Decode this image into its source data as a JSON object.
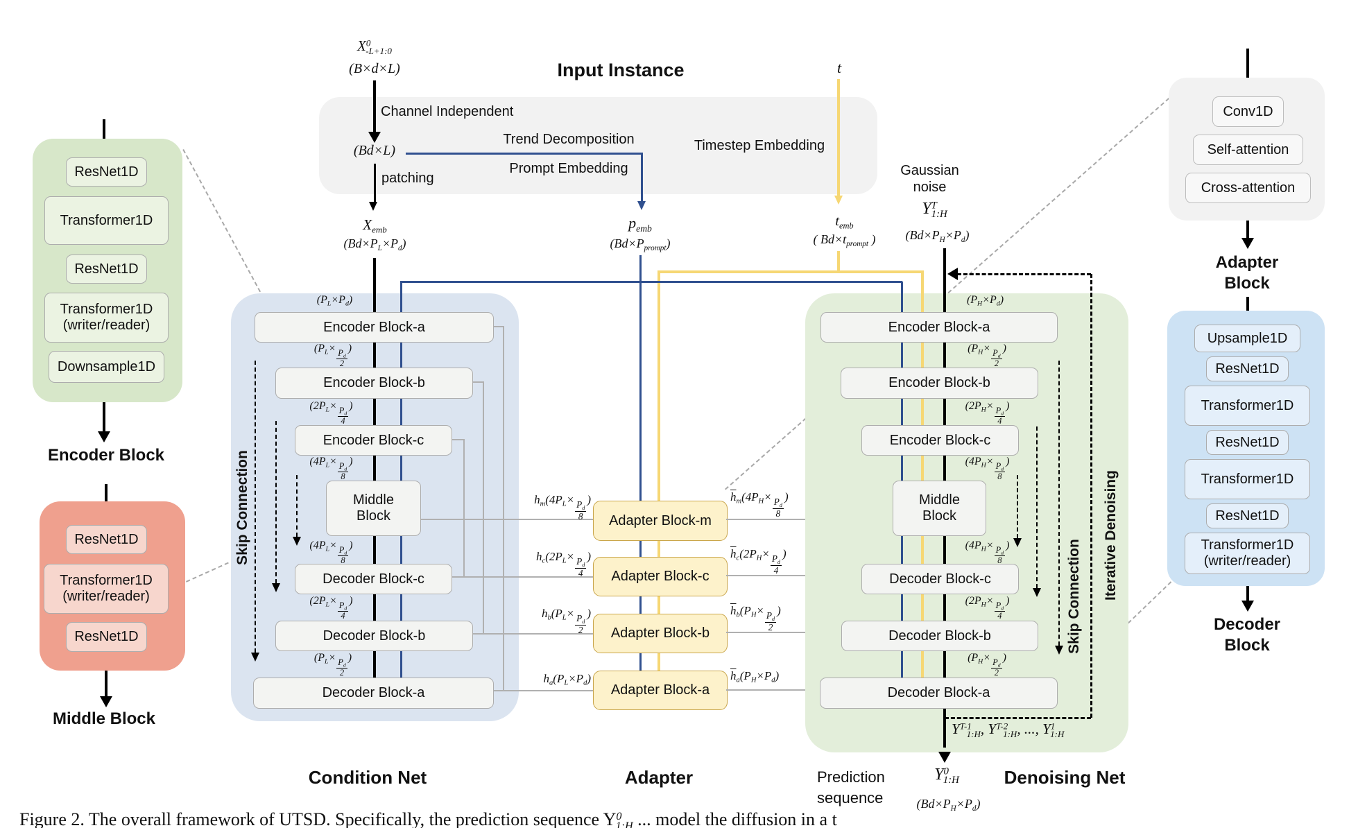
{
  "colors": {
    "blue_line": "#30508f",
    "yellow_line": "#f6d774",
    "condition_panel": "#dbe4f0",
    "denoising_panel": "#e3eeda",
    "encoder_panel": "#d7e7c9",
    "middle_panel": "#efa08e",
    "adapter_box": "#fdf2cb",
    "decoder_panel": "#cde2f4",
    "gray_panel": "#f2f2f2"
  },
  "input": {
    "title": "Input Instance",
    "x0": "X^{0}_{-L+1:0}",
    "x0_dim": "(B×d×L)",
    "channel_independent": "Channel Independent",
    "bdl": "(Bd×L)",
    "patching": "patching",
    "trend": "Trend Decomposition",
    "prompt": "Prompt Embedding",
    "timestep": "Timestep Embedding",
    "t": "t",
    "gaussian1": "Gaussian",
    "gaussian2": "noise",
    "yT": "Y^{T}_{1:H}",
    "yT_dim": "(Bd×P_{H}×P_{d})",
    "t_emb": "t_{emb}",
    "t_emb_dim": "( Bd×t_{prompt} )",
    "x_emb": "X_{emb}",
    "x_emb_dim": "(Bd×P_{L}×P_{d})",
    "p_emb": "p_{emb}",
    "p_emb_dim": "(Bd×P_{prompt})"
  },
  "condition_net": {
    "label": "Condition Net",
    "skip": "Skip Connection",
    "enc_a": "Encoder Block-a",
    "enc_b": "Encoder Block-b",
    "enc_c": "Encoder Block-c",
    "middle": "Middle Block",
    "dec_c": "Decoder Block-c",
    "dec_b": "Decoder Block-b",
    "dec_a": "Decoder Block-a",
    "dim1": "(P_{L}×P_{d})",
    "dim2": "(P_{L}×frac{P_{d}}{2})",
    "dim3": "(2P_{L}×frac{P_{d}}{4})",
    "dim4": "(4P_{L}×frac{P_{d}}{8})",
    "dim5": "(4P_{L}×frac{P_{d}}{8})",
    "dim6": "(2P_{L}×frac{P_{d}}{4})",
    "dim7": "(P_{L}×frac{P_{d}}{2})"
  },
  "adapter": {
    "label": "Adapter",
    "block_m": "Adapter Block-m",
    "block_c": "Adapter Block-c",
    "block_b": "Adapter Block-b",
    "block_a": "Adapter Block-a",
    "in_m": "h_{m}(4P_{L}×frac{P_{d}}{8})",
    "in_c": "h_{c}(2P_{L}×frac{P_{d}}{4})",
    "in_b": "h_{b}(P_{L}×frac{P_{d}}{2})",
    "in_a": "h_{a}(P_{L}×P_{d})",
    "out_m": "bar{h}_{m}(4P_{H}×frac{P_{d}}{8})",
    "out_c": "bar{h}_{c}(2P_{H}×frac{P_{d}}{4})",
    "out_b": "bar{h}_{b}(P_{H}×frac{P_{d}}{2})",
    "out_a": "bar{h}_{a}(P_{H}×P_{d})"
  },
  "denoising_net": {
    "label": "Denoising Net",
    "skip": "Skip Connection",
    "iter": "Iterative Denoising",
    "enc_a": "Encoder Block-a",
    "enc_b": "Encoder Block-b",
    "enc_c": "Encoder Block-c",
    "middle": "Middle Block",
    "dec_c": "Decoder Block-c",
    "dec_b": "Decoder Block-b",
    "dec_a": "Decoder Block-a",
    "dim1": "(P_{H}×P_{d})",
    "dim2": "(P_{H}×frac{P_{d}}{2})",
    "dim3": "(2P_{H}×frac{P_{d}}{4})",
    "dim4": "(4P_{H}×frac{P_{d}}{8})",
    "dim5": "(4P_{H}×frac{P_{d}}{8})",
    "dim6": "(2P_{H}×frac{P_{d}}{4})",
    "dim7": "(P_{H}×frac{P_{d}}{2})",
    "intermediate": "Y^{T-1}_{1:H}, Y^{T-2}_{1:H}, ..., Y^{1}_{1:H}",
    "pred1": "Prediction",
    "pred2": "sequence",
    "y0": "Y^{0}_{1:H}",
    "y0_dim": "(Bd×P_{H}×P_{d})"
  },
  "panels": {
    "encoder": {
      "label": "Encoder Block",
      "i1": "ResNet1D",
      "i2": "Transformer1D",
      "i3": "ResNet1D",
      "i4": "Transformer1D (writer/reader)",
      "i5": "Downsample1D"
    },
    "middle": {
      "label": "Middle Block",
      "i1": "ResNet1D",
      "i2": "Transformer1D (writer/reader)",
      "i3": "ResNet1D"
    },
    "adapter": {
      "label": "Adapter Block",
      "i1": "Conv1D",
      "i2": "Self-attention",
      "i3": "Cross-attention"
    },
    "decoder": {
      "label": "Decoder Block",
      "i1": "Upsample1D",
      "i2": "ResNet1D",
      "i3": "Transformer1D",
      "i4": "ResNet1D",
      "i5": "Transformer1D",
      "i6": "ResNet1D",
      "i7": "Transformer1D (writer/reader)"
    }
  },
  "caption": "Figure 2.  The overall framework of UTSD.  Specifically, the prediction sequence  Y^{0}_{1:H}  ... model the diffusion in a t"
}
